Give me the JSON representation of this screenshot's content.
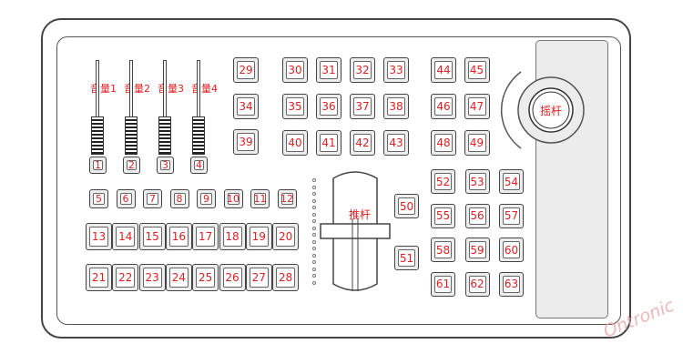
{
  "colors": {
    "label": "#e02020",
    "outline": "#444444",
    "panel": "#ffffff",
    "recess": "#ececec"
  },
  "faders": [
    {
      "label": "音量1",
      "key": "1"
    },
    {
      "label": "音量2",
      "key": "2"
    },
    {
      "label": "音量3",
      "key": "3"
    },
    {
      "label": "音量4",
      "key": "4"
    }
  ],
  "keys": {
    "row_small": [
      "5",
      "6",
      "7",
      "8",
      "9",
      "10",
      "11",
      "12"
    ],
    "row_a": [
      "13",
      "14",
      "15",
      "16",
      "17",
      "18",
      "19",
      "20"
    ],
    "row_b": [
      "21",
      "22",
      "23",
      "24",
      "25",
      "26",
      "27",
      "28"
    ],
    "col_left": [
      "29",
      "34",
      "39"
    ],
    "grid_mid": [
      [
        "30",
        "31",
        "32",
        "33"
      ],
      [
        "35",
        "36",
        "37",
        "38"
      ],
      [
        "40",
        "41",
        "42",
        "43"
      ]
    ],
    "grid_right": [
      [
        "44",
        "45"
      ],
      [
        "46",
        "47"
      ],
      [
        "48",
        "49"
      ]
    ],
    "tbar_keys": [
      "50",
      "51"
    ],
    "grid_bottom_right": [
      [
        "52",
        "53",
        "54"
      ],
      [
        "55",
        "56",
        "57"
      ],
      [
        "58",
        "59",
        "60"
      ],
      [
        "61",
        "62",
        "63"
      ]
    ]
  },
  "tbar": {
    "label": "推杆"
  },
  "joystick": {
    "label": "摇杆"
  },
  "brand": {
    "watermark": "Ontronic"
  }
}
